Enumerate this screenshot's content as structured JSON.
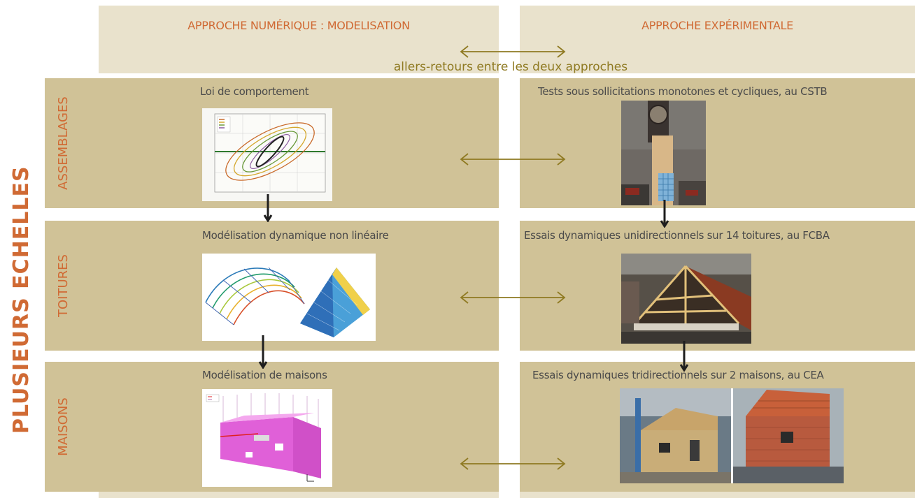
{
  "title": "PLUSIEURS ECHELLES",
  "headers": {
    "left": "APPROCHE NUMÉRIQUE : MODELISATION",
    "right": "APPROCHE EXPÉRIMENTALE",
    "link": "allers-retours entre les deux approches"
  },
  "rows": [
    {
      "label": "ASSEMBLAGES",
      "left": "Loi de comportement",
      "right": "Tests sous sollicitations monotones et cycliques, au CSTB"
    },
    {
      "label": "TOITURES",
      "left": "Modélisation dynamique non linéaire",
      "right": "Essais dynamiques unidirectionnels sur 14 toitures, au FCBA"
    },
    {
      "label": "MAISONS",
      "left": "Modélisation de maisons",
      "right": "Essais dynamiques tridirectionnels sur 2 maisons, au CEA"
    }
  ],
  "colors": {
    "orange": "#d06a34",
    "gold": "#8f7a22",
    "panel": "#d0c297",
    "header_panel": "#e9e2cc"
  }
}
